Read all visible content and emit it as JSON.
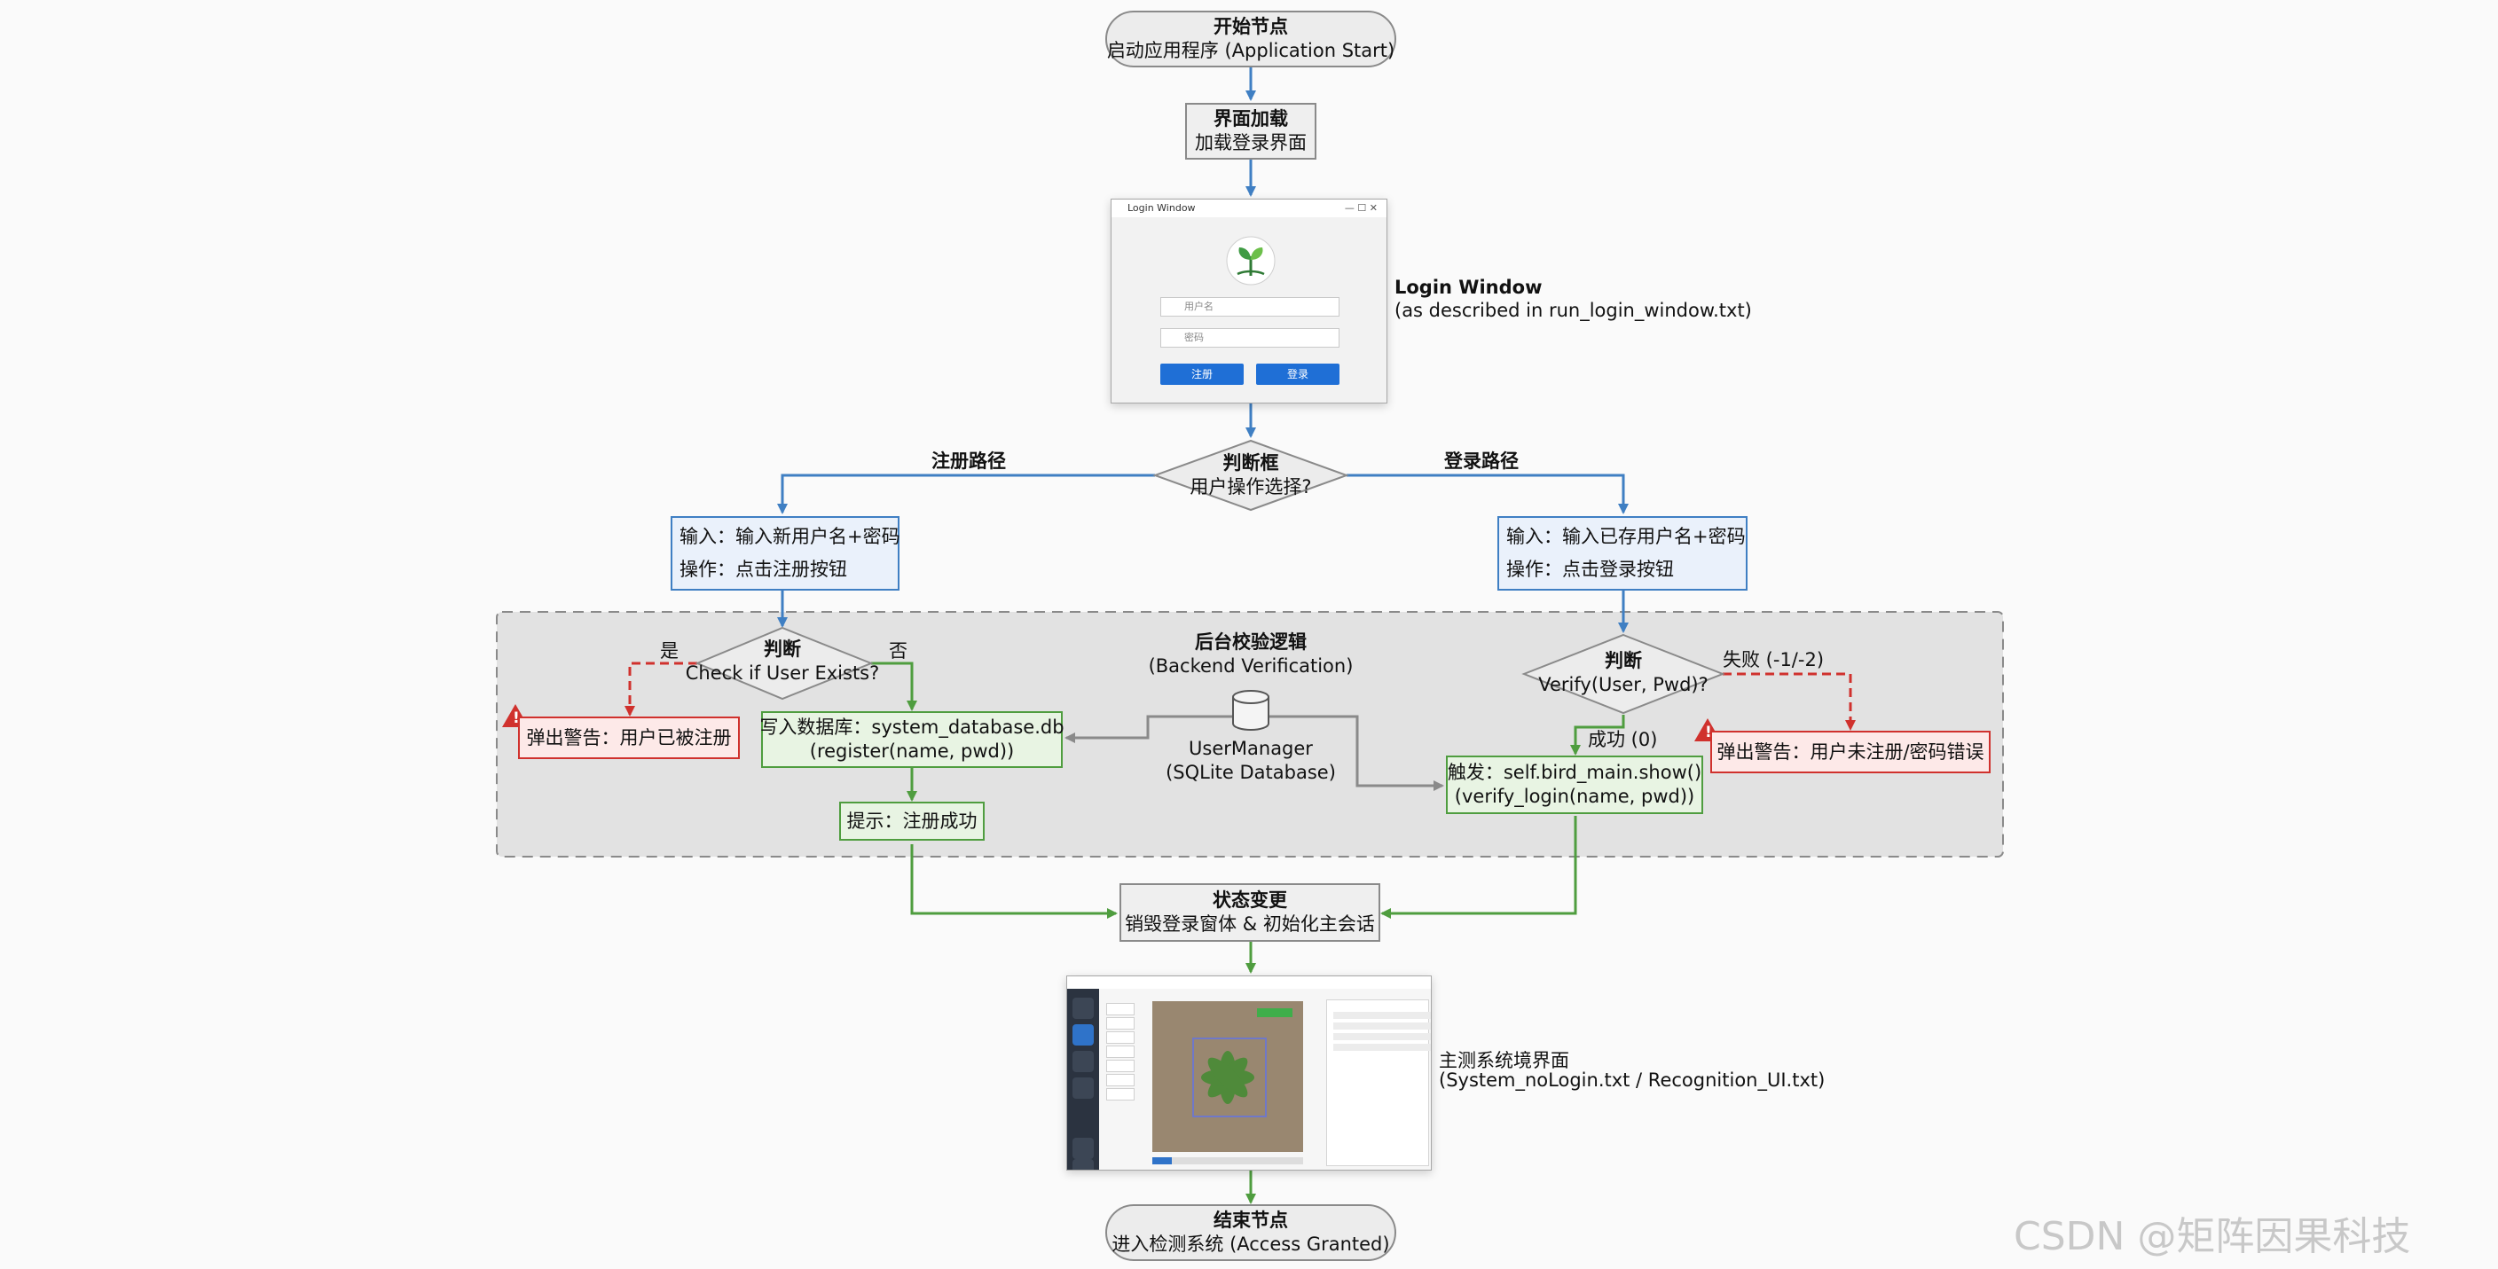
{
  "colors": {
    "flow_blue": "#3f7fc3",
    "flow_green": "#4f9d3f",
    "warn_red": "#d0312d",
    "gray_border": "#8a8a8a"
  },
  "start": {
    "title": "开始节点",
    "subtitle": "启动应用程序 (Application Start)"
  },
  "load": {
    "title": "界面加载",
    "subtitle": "加载登录界面"
  },
  "login_window": {
    "window_title": "Login Window",
    "username_placeholder": "用户名",
    "password_placeholder": "密码",
    "register_button": "注册",
    "login_button": "登录",
    "caption_title": "Login Window",
    "caption_sub": "(as described in run_login_window.txt)"
  },
  "decision_main": {
    "title": "判断框",
    "subtitle": "用户操作选择?"
  },
  "register_path_label": "注册路径",
  "login_path_label": "登录路径",
  "register_input": {
    "line1": "输入：输入新用户名+密码",
    "line2": "操作：点击注册按钮"
  },
  "login_input": {
    "line1": "输入：输入已存用户名+密码",
    "line2": "操作：点击登录按钮"
  },
  "backend": {
    "title": "后台校验逻辑",
    "subtitle": "(Backend Verification)"
  },
  "check_exists": {
    "title": "判断",
    "subtitle": "Check if User Exists?",
    "yes": "是",
    "no": "否"
  },
  "verify": {
    "title": "判断",
    "subtitle": "Verify(User, Pwd)?",
    "fail": "失败 (-1/-2)",
    "success": "成功 (0)"
  },
  "warn_exists": "弹出警告：用户已被注册",
  "warn_login": "弹出警告：用户未注册/密码错误",
  "write_db": {
    "line1": "写入数据库：system_database.db",
    "line2": "(register(name, pwd))"
  },
  "tip_success": "提示：注册成功",
  "usermanager": {
    "line1": "UserManager",
    "line2": "(SQLite Database)"
  },
  "trigger": {
    "line1": "触发：self.bird_main.show()",
    "line2": "(verify_login(name, pwd))"
  },
  "state_change": {
    "title": "状态变更",
    "subtitle": "销毁登录窗体 & 初始化主会话"
  },
  "main_window": {
    "caption_title": "主测系统境界面",
    "caption_sub": "(System_noLogin.txt / Recognition_UI.txt)"
  },
  "end": {
    "title": "结束节点",
    "subtitle": "进入检测系统 (Access Granted)"
  },
  "watermark": "CSDN @矩阵因果科技"
}
